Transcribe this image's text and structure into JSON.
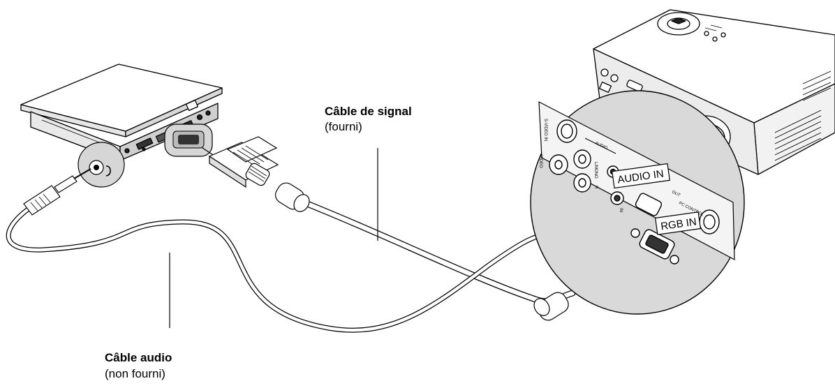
{
  "callouts": {
    "signal_cable": {
      "title": "Câble de signal",
      "note": "(fourni)"
    },
    "audio_cable": {
      "title": "Câble audio",
      "note": "(non fourni)"
    }
  },
  "panel_labels": {
    "audio_in": "AUDIO IN",
    "rgb_in": "RGB IN"
  },
  "port_labels": {
    "s_video_in": "S-VIDEO IN",
    "video": "VIDEO",
    "audio": "AUDIO",
    "l_mono": "L/MONO",
    "r": "R",
    "in": "IN",
    "out": "OUT",
    "pc_control": "PC CONTROL"
  }
}
